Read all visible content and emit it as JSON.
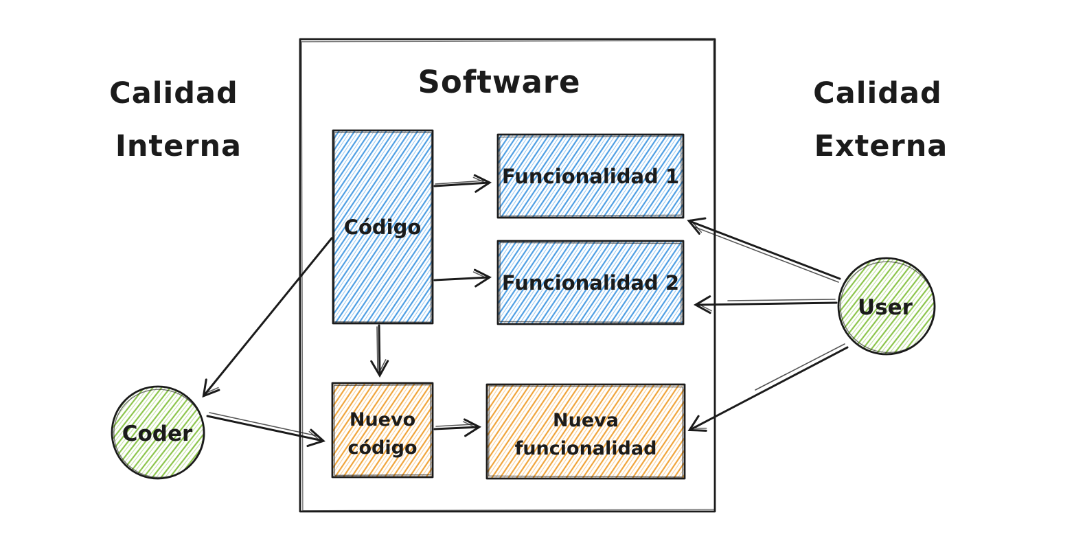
{
  "title": "Software",
  "labels": {
    "internal_quality_line1": "Calidad",
    "internal_quality_line2": "Interna",
    "external_quality_line1": "Calidad",
    "external_quality_line2": "Externa"
  },
  "nodes": {
    "codigo": {
      "label": "Código",
      "shape": "rectangle",
      "fill_color": "#4d9ee3"
    },
    "funcionalidad1": {
      "label": "Funcionalidad 1",
      "shape": "rectangle",
      "fill_color": "#4d9ee3"
    },
    "funcionalidad2": {
      "label": "Funcionalidad 2",
      "shape": "rectangle",
      "fill_color": "#4d9ee3"
    },
    "nuevo_codigo": {
      "label_line1": "Nuevo",
      "label_line2": "código",
      "shape": "rectangle",
      "fill_color": "#f0a43a"
    },
    "nueva_funcionalidad": {
      "label_line1": "Nueva",
      "label_line2": "funcionalidad",
      "shape": "rectangle",
      "fill_color": "#f0a43a"
    },
    "coder": {
      "label": "Coder",
      "shape": "circle",
      "fill_color": "#8bc44a"
    },
    "user": {
      "label": "User",
      "shape": "circle",
      "fill_color": "#8bc44a"
    }
  },
  "edges": [
    {
      "from": "codigo",
      "to": "funcionalidad1"
    },
    {
      "from": "codigo",
      "to": "funcionalidad2"
    },
    {
      "from": "codigo",
      "to": "nuevo_codigo"
    },
    {
      "from": "codigo",
      "to": "coder"
    },
    {
      "from": "coder",
      "to": "nuevo_codigo"
    },
    {
      "from": "nuevo_codigo",
      "to": "nueva_funcionalidad"
    },
    {
      "from": "user",
      "to": "funcionalidad1"
    },
    {
      "from": "user",
      "to": "funcionalidad2"
    },
    {
      "from": "user",
      "to": "nueva_funcionalidad"
    }
  ],
  "colors": {
    "blue_hatch": "#4d9ee3",
    "orange_hatch": "#f0a43a",
    "green_hatch": "#8bc44a",
    "ink": "#1b1b1b",
    "background": "#ffffff"
  }
}
